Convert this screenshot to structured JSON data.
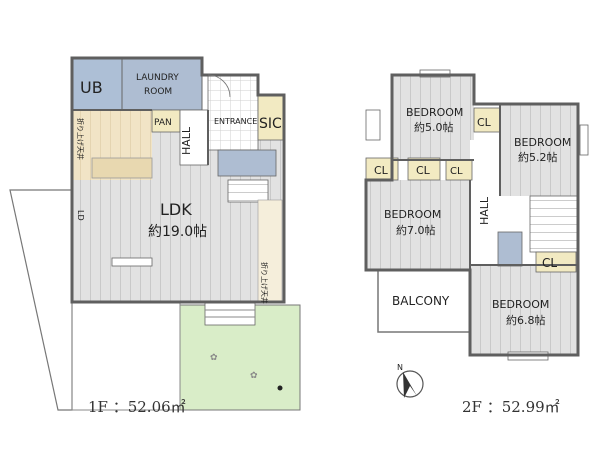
{
  "floor1": {
    "area_label": "1F ：52.06㎡",
    "rooms": {
      "ub": "UB",
      "laundry_line1": "LAUNDRY",
      "laundry_line2": "ROOM",
      "pan": "PAN",
      "hall": "HALL",
      "entrance": "ENTRANCE",
      "sic": "SIC",
      "ldk_name": "LDK",
      "ldk_size": "約19.0帖",
      "ld": "LD",
      "stair_note_left": "折り上げ天井",
      "stair_note_right": "折り上げ天井"
    }
  },
  "floor2": {
    "area_label": "2F ：52.99㎡",
    "rooms": {
      "bed1_name": "BEDROOM",
      "bed1_size": "約5.0帖",
      "bed2_name": "BEDROOM",
      "bed2_size": "約5.2帖",
      "bed3_name": "BEDROOM",
      "bed3_size": "約7.0帖",
      "bed4_name": "BEDROOM",
      "bed4_size": "約6.8帖",
      "hall": "HALL",
      "balcony": "BALCONY",
      "cl_top": "CL",
      "cl_1": "CL",
      "cl_2": "CL",
      "cl_3": "CL",
      "cl_stair": "CL"
    }
  },
  "compass": {
    "label": "N"
  },
  "colors": {
    "wall": "#6b6b6b",
    "floor_wood": "#dcdcdc",
    "floor_lines": "#a8a8a8",
    "kitchen": "#f3e3c0",
    "bath": "#aebfd6",
    "closet": "#f2eac0",
    "garden": "#d6ecc4"
  }
}
